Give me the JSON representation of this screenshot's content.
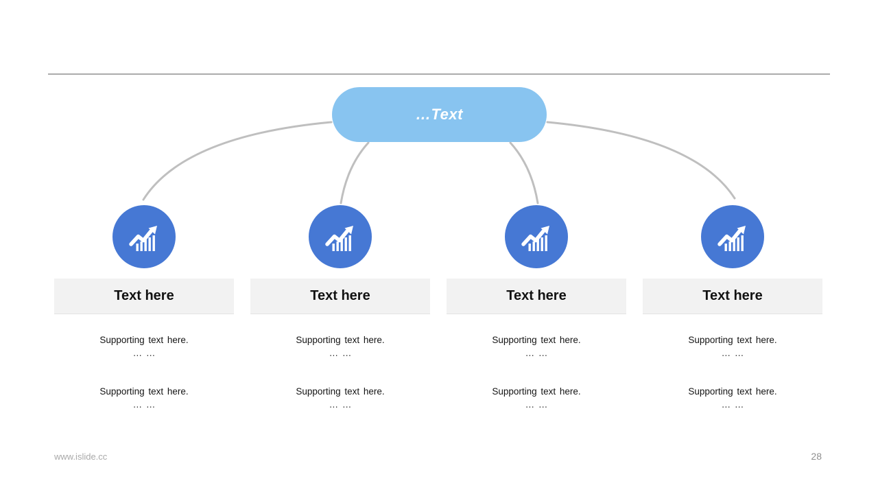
{
  "diagram": {
    "root_label": "…Text",
    "columns": [
      {
        "title": "Text here",
        "blocks": [
          {
            "text": "Supporting text here.",
            "ellipsis": "… …"
          },
          {
            "text": "Supporting text here.",
            "ellipsis": "… …"
          }
        ]
      },
      {
        "title": "Text here",
        "blocks": [
          {
            "text": "Supporting text here.",
            "ellipsis": "… …"
          },
          {
            "text": "Supporting text here.",
            "ellipsis": "… …"
          }
        ]
      },
      {
        "title": "Text here",
        "blocks": [
          {
            "text": "Supporting text here.",
            "ellipsis": "… …"
          },
          {
            "text": "Supporting text here.",
            "ellipsis": "… …"
          }
        ]
      },
      {
        "title": "Text here",
        "blocks": [
          {
            "text": "Supporting text here.",
            "ellipsis": "… …"
          },
          {
            "text": "Supporting text here.",
            "ellipsis": "… …"
          }
        ]
      }
    ],
    "branch_icon": "trending-up-chart-icon"
  },
  "footer": {
    "website": "www.islide.cc",
    "page_number": "28"
  },
  "colors": {
    "root_pill_fill": "#88c4f0",
    "node_circle_fill": "#4678d4",
    "connector_stroke": "#bfbfbf",
    "title_box_fill": "#f2f2f2",
    "divider_line": "#ababab",
    "footer_text": "#a9a9a9",
    "icon_fill": "#ffffff"
  }
}
